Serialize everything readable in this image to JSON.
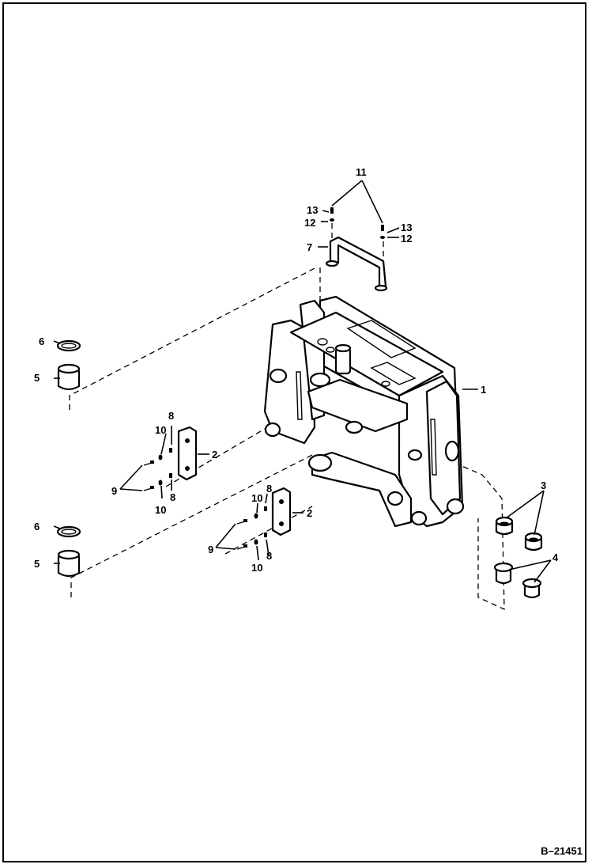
{
  "diagram": {
    "reference_code": "B–21451",
    "callouts": {
      "c1": "1",
      "c2a": "2",
      "c2b": "2",
      "c3": "3",
      "c4": "4",
      "c5a": "5",
      "c5b": "5",
      "c6a": "6",
      "c6b": "6",
      "c7": "7",
      "c8a": "8",
      "c8b": "8",
      "c8c": "8",
      "c8d": "8",
      "c9a": "9",
      "c9b": "9",
      "c10a": "10",
      "c10b": "10",
      "c10c": "10",
      "c10d": "10",
      "c11": "11",
      "c12a": "12",
      "c12b": "12",
      "c13a": "13",
      "c13b": "13"
    }
  }
}
